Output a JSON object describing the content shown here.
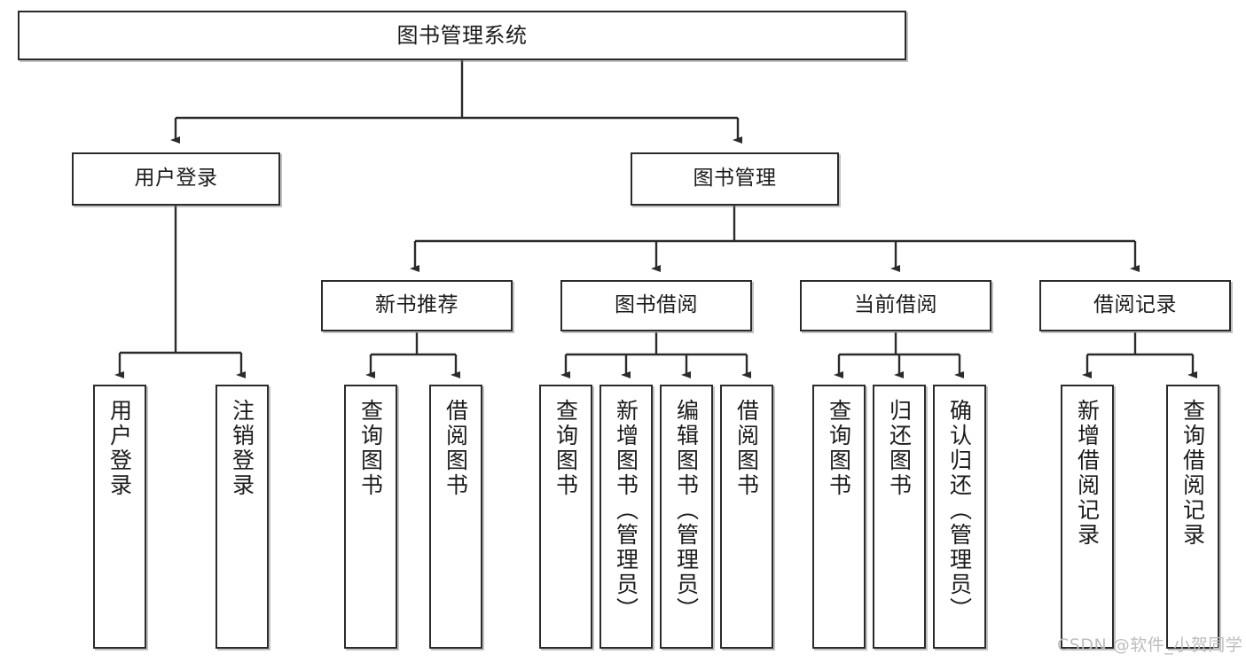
{
  "diagram": {
    "title": "图书管理系统",
    "type": "hierarchy-tree",
    "root": {
      "label": "图书管理系统"
    },
    "level2": [
      {
        "label": "用户登录"
      },
      {
        "label": "图书管理"
      }
    ],
    "level3": [
      {
        "label": "新书推荐"
      },
      {
        "label": "图书借阅"
      },
      {
        "label": "当前借阅"
      },
      {
        "label": "借阅记录"
      }
    ],
    "leaves": {
      "user_login": [
        {
          "label": "用户登录"
        },
        {
          "label": "注销登录"
        }
      ],
      "new_book_recommend": [
        {
          "label": "查询图书"
        },
        {
          "label": "借阅图书"
        }
      ],
      "book_borrow": [
        {
          "label": "查询图书"
        },
        {
          "label": "新增图书（管理员）"
        },
        {
          "label": "编辑图书（管理员）"
        },
        {
          "label": "借阅图书"
        }
      ],
      "current_borrow": [
        {
          "label": "查询图书"
        },
        {
          "label": "归还图书"
        },
        {
          "label": "确认归还（管理员）"
        }
      ],
      "borrow_record": [
        {
          "label": "新增借阅记录"
        },
        {
          "label": "查询借阅记录"
        }
      ]
    }
  },
  "watermark": {
    "text": "CSDN @软件_小贺同学"
  },
  "colors": {
    "stroke": "#2b2b2b",
    "box_fill": "#ffffff",
    "text": "#1b1b1b",
    "watermark": "#bdbdbd"
  }
}
